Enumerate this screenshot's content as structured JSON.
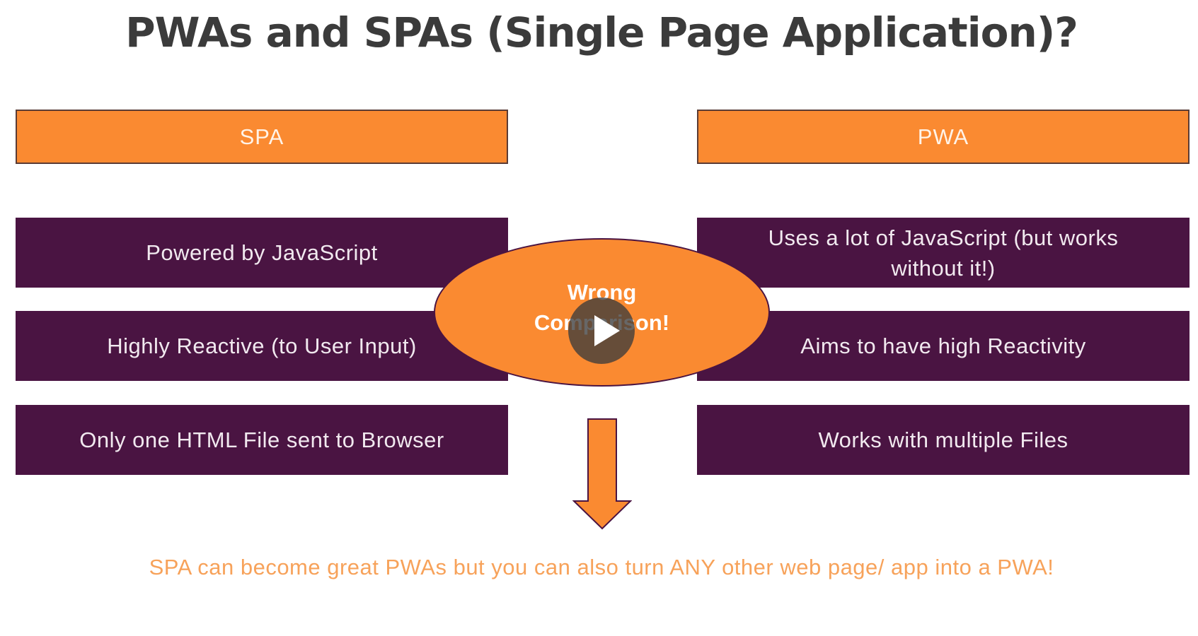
{
  "slide": {
    "title": "PWAs and SPAs (Single Page Application)?",
    "spa_header": "SPA",
    "pwa_header": "PWA",
    "spa_items": [
      "Powered by JavaScript",
      "Highly Reactive (to User Input)",
      "Only one HTML File sent to Browser"
    ],
    "pwa_items": [
      "Uses a lot of JavaScript (but works without it!)",
      "Aims to have high Reactivity",
      "Works with multiple Files"
    ],
    "callout": {
      "line1": "Wrong",
      "line2": "Comparison!"
    },
    "footer": "SPA can become great PWAs but you can also turn ANY other web page/ app into a PWA!"
  },
  "video": {
    "play_icon": "play-icon"
  },
  "colors": {
    "orange": "#fa8a31",
    "purple": "#4a1442",
    "footer_text": "#f7a25a"
  }
}
